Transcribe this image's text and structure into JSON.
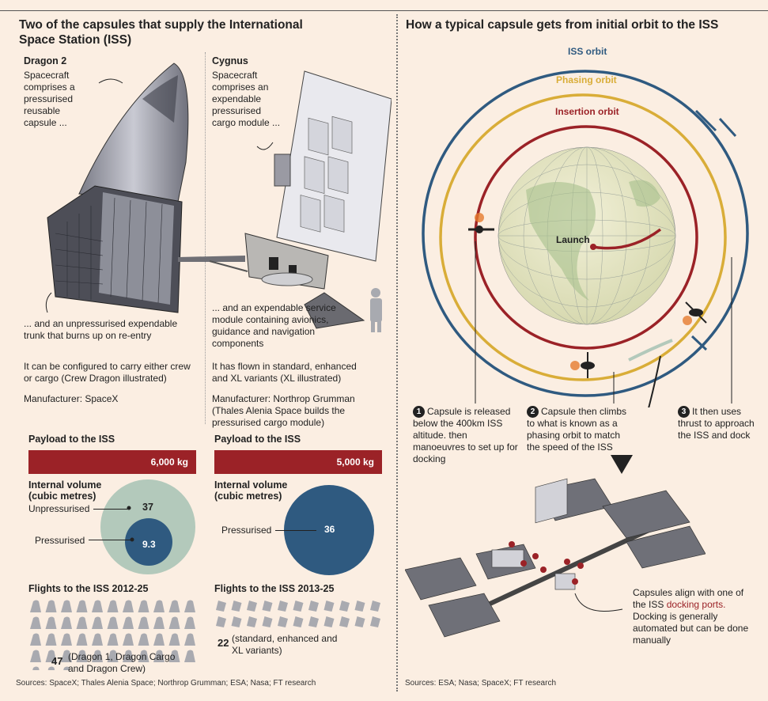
{
  "left_title": "Two of the capsules that supply the International Space Station (ISS)",
  "dragon": {
    "name": "Dragon 2",
    "desc1": "Spacecraft comprises a pressurised reusable capsule ...",
    "desc2": "... and an unpressurised expendable trunk that burns up on re-entry",
    "config": "It can be configured to carry either crew or cargo (Crew Dragon illustrated)",
    "manufacturer": "Manufacturer: SpaceX",
    "payload_label": "Payload to the ISS",
    "payload": "6,000 kg",
    "volume_label": "Internal volume (cubic metres)",
    "unpressurised_label": "Unpressurised",
    "unpressurised_value": "37",
    "pressurised_label": "Pressurised",
    "pressurised_value": "9.3",
    "flights_label": "Flights to the ISS 2012-25",
    "flights_count": "47",
    "flights_note": "(Dragon 1, Dragon Cargo and Dragon Crew)"
  },
  "cygnus": {
    "name": "Cygnus",
    "desc1": "Spacecraft comprises an expendable pressurised cargo module ...",
    "desc2": "... and an expendable service module containing avionics, guidance and navigation components",
    "variants": "It has flown in standard, enhanced and XL variants (XL illustrated)",
    "manufacturer": "Manufacturer: Northrop Grumman (Thales Alenia Space builds the pressurised cargo module)",
    "payload_label": "Payload to the ISS",
    "payload": "5,000 kg",
    "volume_label": "Internal volume (cubic metres)",
    "pressurised_label": "Pressurised",
    "pressurised_value": "36",
    "flights_label": "Flights to the ISS 2013-25",
    "flights_count": "22",
    "flights_note": "(standard, enhanced and XL variants)"
  },
  "left_sources": "Sources: SpaceX; Thales Alenia Space; Northrop Grumman; ESA; Nasa; FT research",
  "right_title": "How a typical capsule gets from initial orbit to the ISS",
  "orbits": {
    "iss": "ISS orbit",
    "phasing": "Phasing orbit",
    "insertion": "Insertion orbit",
    "launch": "Launch"
  },
  "steps": [
    {
      "num": "1",
      "text": "Capsule is released below the 400km ISS altitude. then manoeuvres to set up for docking"
    },
    {
      "num": "2",
      "text": "Capsule then climbs to what is known as a phasing orbit to match the speed of the ISS"
    },
    {
      "num": "3",
      "text": "It then uses thrust to approach the ISS and dock"
    }
  ],
  "docking": {
    "text_before": "Capsules align with one of the ISS",
    "highlight": "docking ports.",
    "text_after": "Docking is generally automated but can be done manually"
  },
  "right_sources": "Sources: ESA; Nasa; SpaceX; FT research",
  "colors": {
    "background": "#fbeee2",
    "red": "#9b2227",
    "blue": "#2f5a80",
    "yellow": "#d9ad38",
    "sage": "#b3c9bb",
    "grey_icon": "#a9aab0"
  }
}
